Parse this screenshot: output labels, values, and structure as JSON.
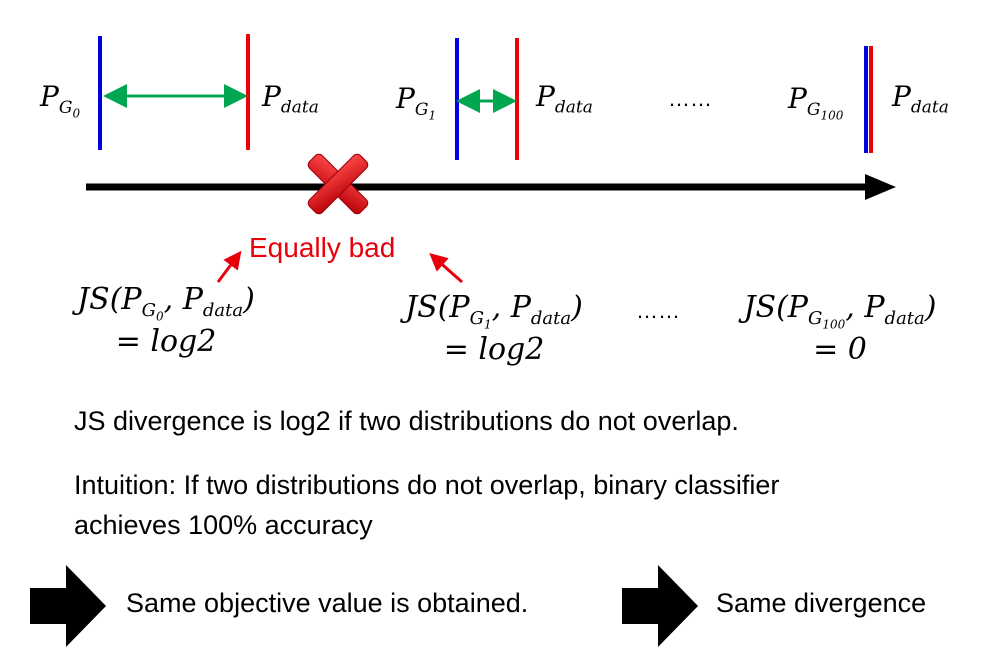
{
  "top_row": {
    "p_g0": "P",
    "p_g0_sub": "G",
    "p_g0_subsub": "0",
    "p_data_0": "P",
    "p_data_0_sub": "data",
    "p_g1": "P",
    "p_g1_sub": "G",
    "p_g1_subsub": "1",
    "p_data_1": "P",
    "p_data_1_sub": "data",
    "ellipsis": "……",
    "p_g100": "P",
    "p_g100_sub": "G",
    "p_g100_subsub": "100",
    "p_data_100": "P",
    "p_data_100_sub": "data"
  },
  "annotation": {
    "label": "Equally bad"
  },
  "js_row": {
    "js0_line1": "JS(P",
    "js0_sub": "G",
    "js0_subsub": "0",
    "js0_mid": ", P",
    "js0_data": "data",
    "js0_close": ")",
    "js0_line2": "= log2",
    "js1_line1": "JS(P",
    "js1_sub": "G",
    "js1_subsub": "1",
    "js1_mid": ", P",
    "js1_data": "data",
    "js1_close": ")",
    "js1_line2": "= log2",
    "ellipsis": "……",
    "js100_line1": "JS(P",
    "js100_sub": "G",
    "js100_subsub": "100",
    "js100_mid": ", P",
    "js100_data": "data",
    "js100_close": ")",
    "js100_line2": "= 0"
  },
  "text": {
    "statement": "JS divergence is log2 if two distributions do not overlap.",
    "intuition_line1": "Intuition: If two distributions do not overlap, binary classifier",
    "intuition_line2": "achieves 100% accuracy",
    "conclusion1": "Same objective value is obtained.",
    "conclusion2": "Same divergence"
  },
  "colors": {
    "generator_line": "#0000e0",
    "data_line": "#e8000b",
    "distance_arrow": "#00a650",
    "axis": "#000000",
    "cross": "#d9000a",
    "annotation": "#e8000b"
  },
  "icons": {
    "cross": "cross-mark-icon",
    "big_arrow": "block-arrow-right-icon"
  }
}
